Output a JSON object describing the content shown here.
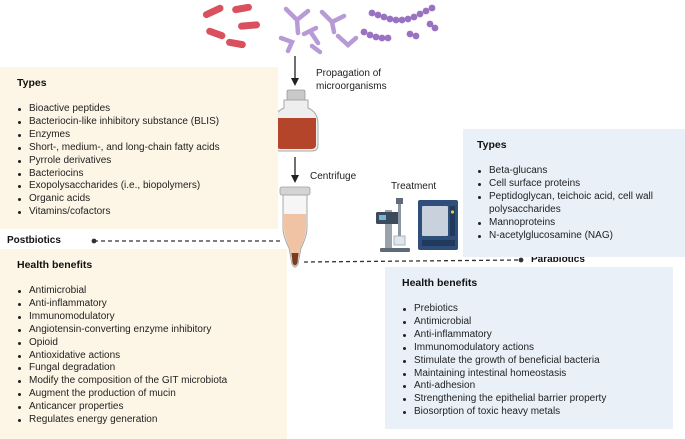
{
  "process": {
    "propagation_label_line1": "Propagation of",
    "propagation_label_line2": "microorganisms",
    "centrifuge_label": "Centrifuge",
    "treatment_label": "Treatment",
    "postbiotics_label": "Postbiotics",
    "parabiotics_label": "Parabiotics"
  },
  "postbiotics_types": {
    "title": "Types",
    "items": [
      "Bioactive peptides",
      "Bacteriocin-like inhibitory substance (BLIS)",
      "Enzymes",
      "Short-, medium-, and long-chain fatty acids",
      "Pyrrole derivatives",
      "Bacteriocins",
      "Exopolysaccharides (i.e., biopolymers)",
      "Organic acids",
      "Vitamins/cofactors"
    ]
  },
  "postbiotics_health": {
    "title": "Health benefits",
    "items": [
      "Antimicrobial",
      "Anti-inflammatory",
      "Immunomodulatory",
      "Angiotensin-converting enzyme inhibitory",
      "Opioid",
      "Antioxidative actions",
      "Fungal degradation",
      "Modify the composition of the GIT microbiota",
      "Augment the production of mucin",
      "Anticancer properties",
      "Regulates energy generation"
    ]
  },
  "parabiotics_types": {
    "title": "Types",
    "items": [
      "Beta-glucans",
      "Cell surface proteins",
      "Peptidoglycan, teichoic acid, cell wall polysaccharides",
      "Mannoproteins",
      "N-acetylglucosamine (NAG)"
    ]
  },
  "parabiotics_health": {
    "title": "Health benefits",
    "items": [
      "Prebiotics",
      "Antimicrobial",
      "Anti-inflammatory",
      "Immunomodulatory actions",
      "Stimulate the growth of beneficial bacteria",
      "Maintaining intestinal homeostasis",
      "Anti-adhesion",
      "Strengthening the epithelial barrier property",
      "Biosorption of toxic heavy metals"
    ]
  },
  "colors": {
    "cream_box": "#fdf6e6",
    "blue_box": "#e9f0f8",
    "rod_bacteria": "#d9505e",
    "branched_bacteria": "#b89ad6",
    "chain_bacteria": "#9a72c2",
    "culture_liquid": "#b5452a",
    "pellet": "#7a3e1e",
    "supernatant": "#f1c3a5"
  },
  "icons": [
    "rod-bacteria-icon",
    "branched-bacteria-icon",
    "chain-bacteria-icon",
    "culture-flask-icon",
    "centrifuge-tube-icon",
    "sonicator-icon",
    "oven-icon"
  ]
}
